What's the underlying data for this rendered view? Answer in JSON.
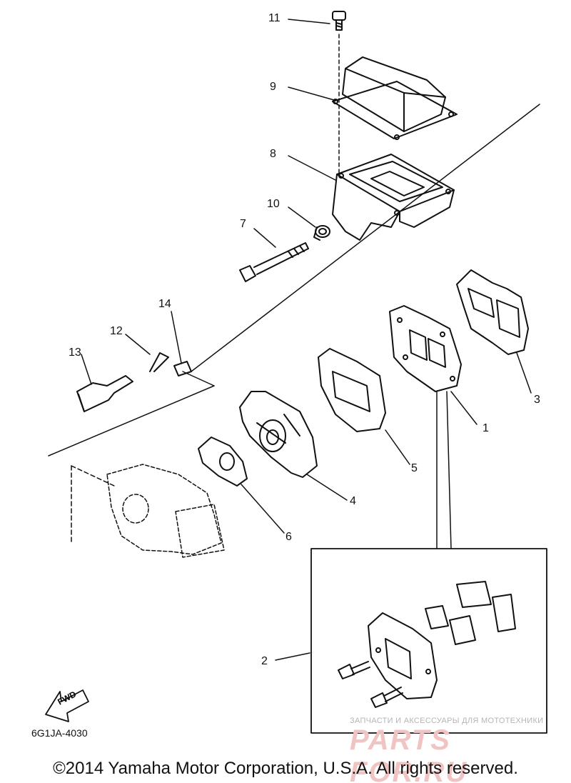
{
  "diagram": {
    "callouts": [
      "1",
      "2",
      "3",
      "4",
      "5",
      "6",
      "7",
      "8",
      "9",
      "10",
      "11",
      "12",
      "13",
      "14"
    ],
    "diagram_code": "6G1JA-4030",
    "fwd_label": "FWD"
  },
  "footer": {
    "copyright": "©2014 Yamaha Motor Corporation, U.S.A. All rights reserved."
  },
  "watermark": {
    "tagline": "ЗАПЧАСТИ И АКСЕССУАРЫ ДЛЯ МОТОТЕХНИКИ",
    "brand": "PARTS FOR.RU"
  }
}
